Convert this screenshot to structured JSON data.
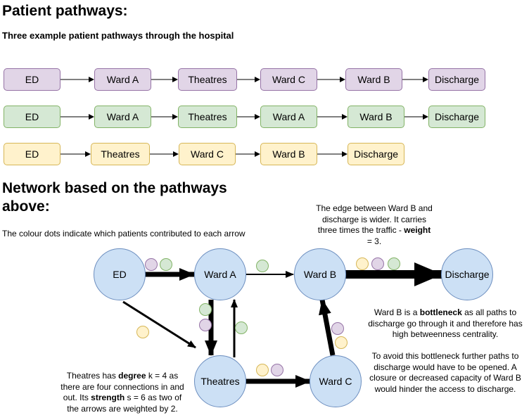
{
  "title": "Patient pathways:",
  "subtitle": "Three example patient pathways through the hospital",
  "pathways": [
    [
      "ED",
      "Ward A",
      "Theatres",
      "Ward C",
      "Ward B",
      "Discharge"
    ],
    [
      "ED",
      "Ward A",
      "Theatres",
      "Ward A",
      "Ward B",
      "Discharge"
    ],
    [
      "ED",
      "Theatres",
      "Ward C",
      "Ward B",
      "Discharge"
    ]
  ],
  "network_title": "Network based on the pathways above:",
  "dots_caption": "The colour dots indicate which patients contributed to each arrow",
  "nodes": {
    "ed": "ED",
    "ward_a": "Ward A",
    "ward_b": "Ward B",
    "discharge": "Discharge",
    "theatres": "Theatres",
    "ward_c": "Ward C"
  },
  "notes": {
    "edge": {
      "text": "The edge between Ward B and discharge is wider. It carries three times the traffic - ",
      "bold": "weight",
      "tail": " = 3."
    },
    "bottleneck": {
      "pre": "Ward B is a ",
      "bold": "bottleneck",
      "post": " as all paths to discharge go through it and therefore has high betweenness centrality.",
      "para2": "To avoid this bottleneck further paths to discharge would have to be opened. A closure or decreased capacity of Ward B would hinder the access to discharge."
    },
    "theatres": {
      "p1": "Theatres has ",
      "b1": "degree",
      "p2": " k = 4 as there are four connections in and out. Its ",
      "b2": "strength",
      "p3": " s = 6 as two of the arrows are weighted by 2."
    }
  },
  "colors": {
    "purple": "#e1d5e7",
    "green": "#d5e8d4",
    "yellow": "#fff2cc",
    "node": "#cce0f5"
  }
}
